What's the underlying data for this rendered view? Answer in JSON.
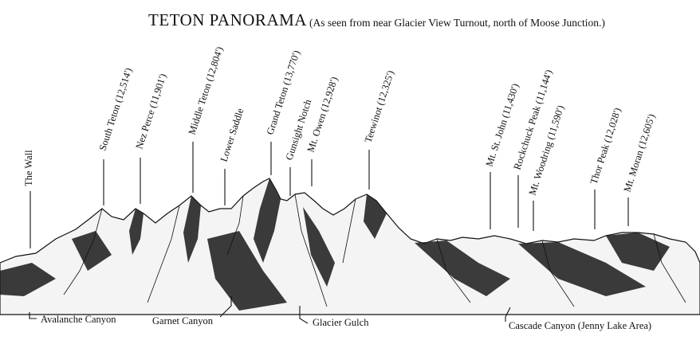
{
  "header": {
    "title": "TETON PANORAMA",
    "subtitle": "(As seen from near Glacier View Turnout, north of Moose Junction.)"
  },
  "peaks": [
    {
      "label": "The Wall"
    },
    {
      "label": "South Teton (12,514')"
    },
    {
      "label": "Nez Perce (11,901')"
    },
    {
      "label": "Middle Teton (12,804')"
    },
    {
      "label": "Lower Saddle"
    },
    {
      "label": "Grand Teton (13,770')"
    },
    {
      "label": "Gunsight Notch"
    },
    {
      "label": "Mt. Owen (12,928')"
    },
    {
      "label": "Teewinot (12,325')"
    },
    {
      "label": "Mt. St. John (11,430')"
    },
    {
      "label": "Rockchuck Peak (11,144')"
    },
    {
      "label": "Mt. Woodring (11,590')"
    },
    {
      "label": "Thor Peak (12,028')"
    },
    {
      "label": "Mt. Moran (12,605')"
    }
  ],
  "canyons": [
    {
      "label": "Avalanche Canyon"
    },
    {
      "label": "Garnet Canyon"
    },
    {
      "label": "Glacier Gulch"
    },
    {
      "label": "Cascade Canyon (Jenny Lake Area)"
    }
  ],
  "colors": {
    "ink": "#111111",
    "paper": "#ffffff"
  }
}
